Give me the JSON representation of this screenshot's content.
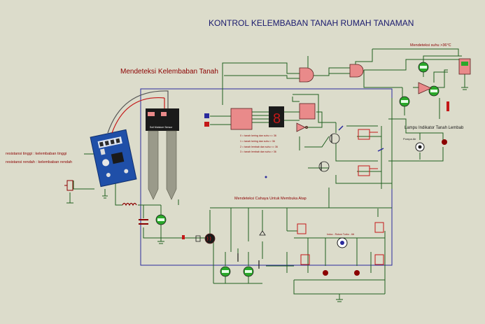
{
  "title": "KONTROL KELEMBABAN TANAH RUMAH TANAMAN",
  "labels": {
    "soil_section": "Mendeteksi Kelembaban Tanah",
    "temp_section": "Mendeteksi suhu >36°C",
    "light_section": "Mendeteksi Cahaya Untuk Membuka Atap",
    "indicator_section": "Lampu Indikator Tanah Lembab",
    "res_high": "resistansi tinggi : kelembaban tinggi",
    "res_low": "resistansi rendah : kelembaban rendah",
    "sensor_name": "Soil Moisture Sensor",
    "pompa": "Pompa Air",
    "motor": "Indoc - Rotom Turbo - 6tt"
  },
  "truth_notes": [
    "0 = tanah kering dan suhu <= 36",
    "1 = tanah kering dan suhu > 36",
    "2 = tanah lembab dan suhu <= 36",
    "3 = tanah lembab dan suhu > 36"
  ],
  "display_digit": "8",
  "colors": {
    "wire": "#1f5f1f",
    "title": "#1a1a6e",
    "label": "#8b0000",
    "box": "#2a2a9c",
    "board": "#1f4fa8",
    "meter": "#2aa82a",
    "led_red": "#c41818",
    "chip": "#e98a8a"
  }
}
